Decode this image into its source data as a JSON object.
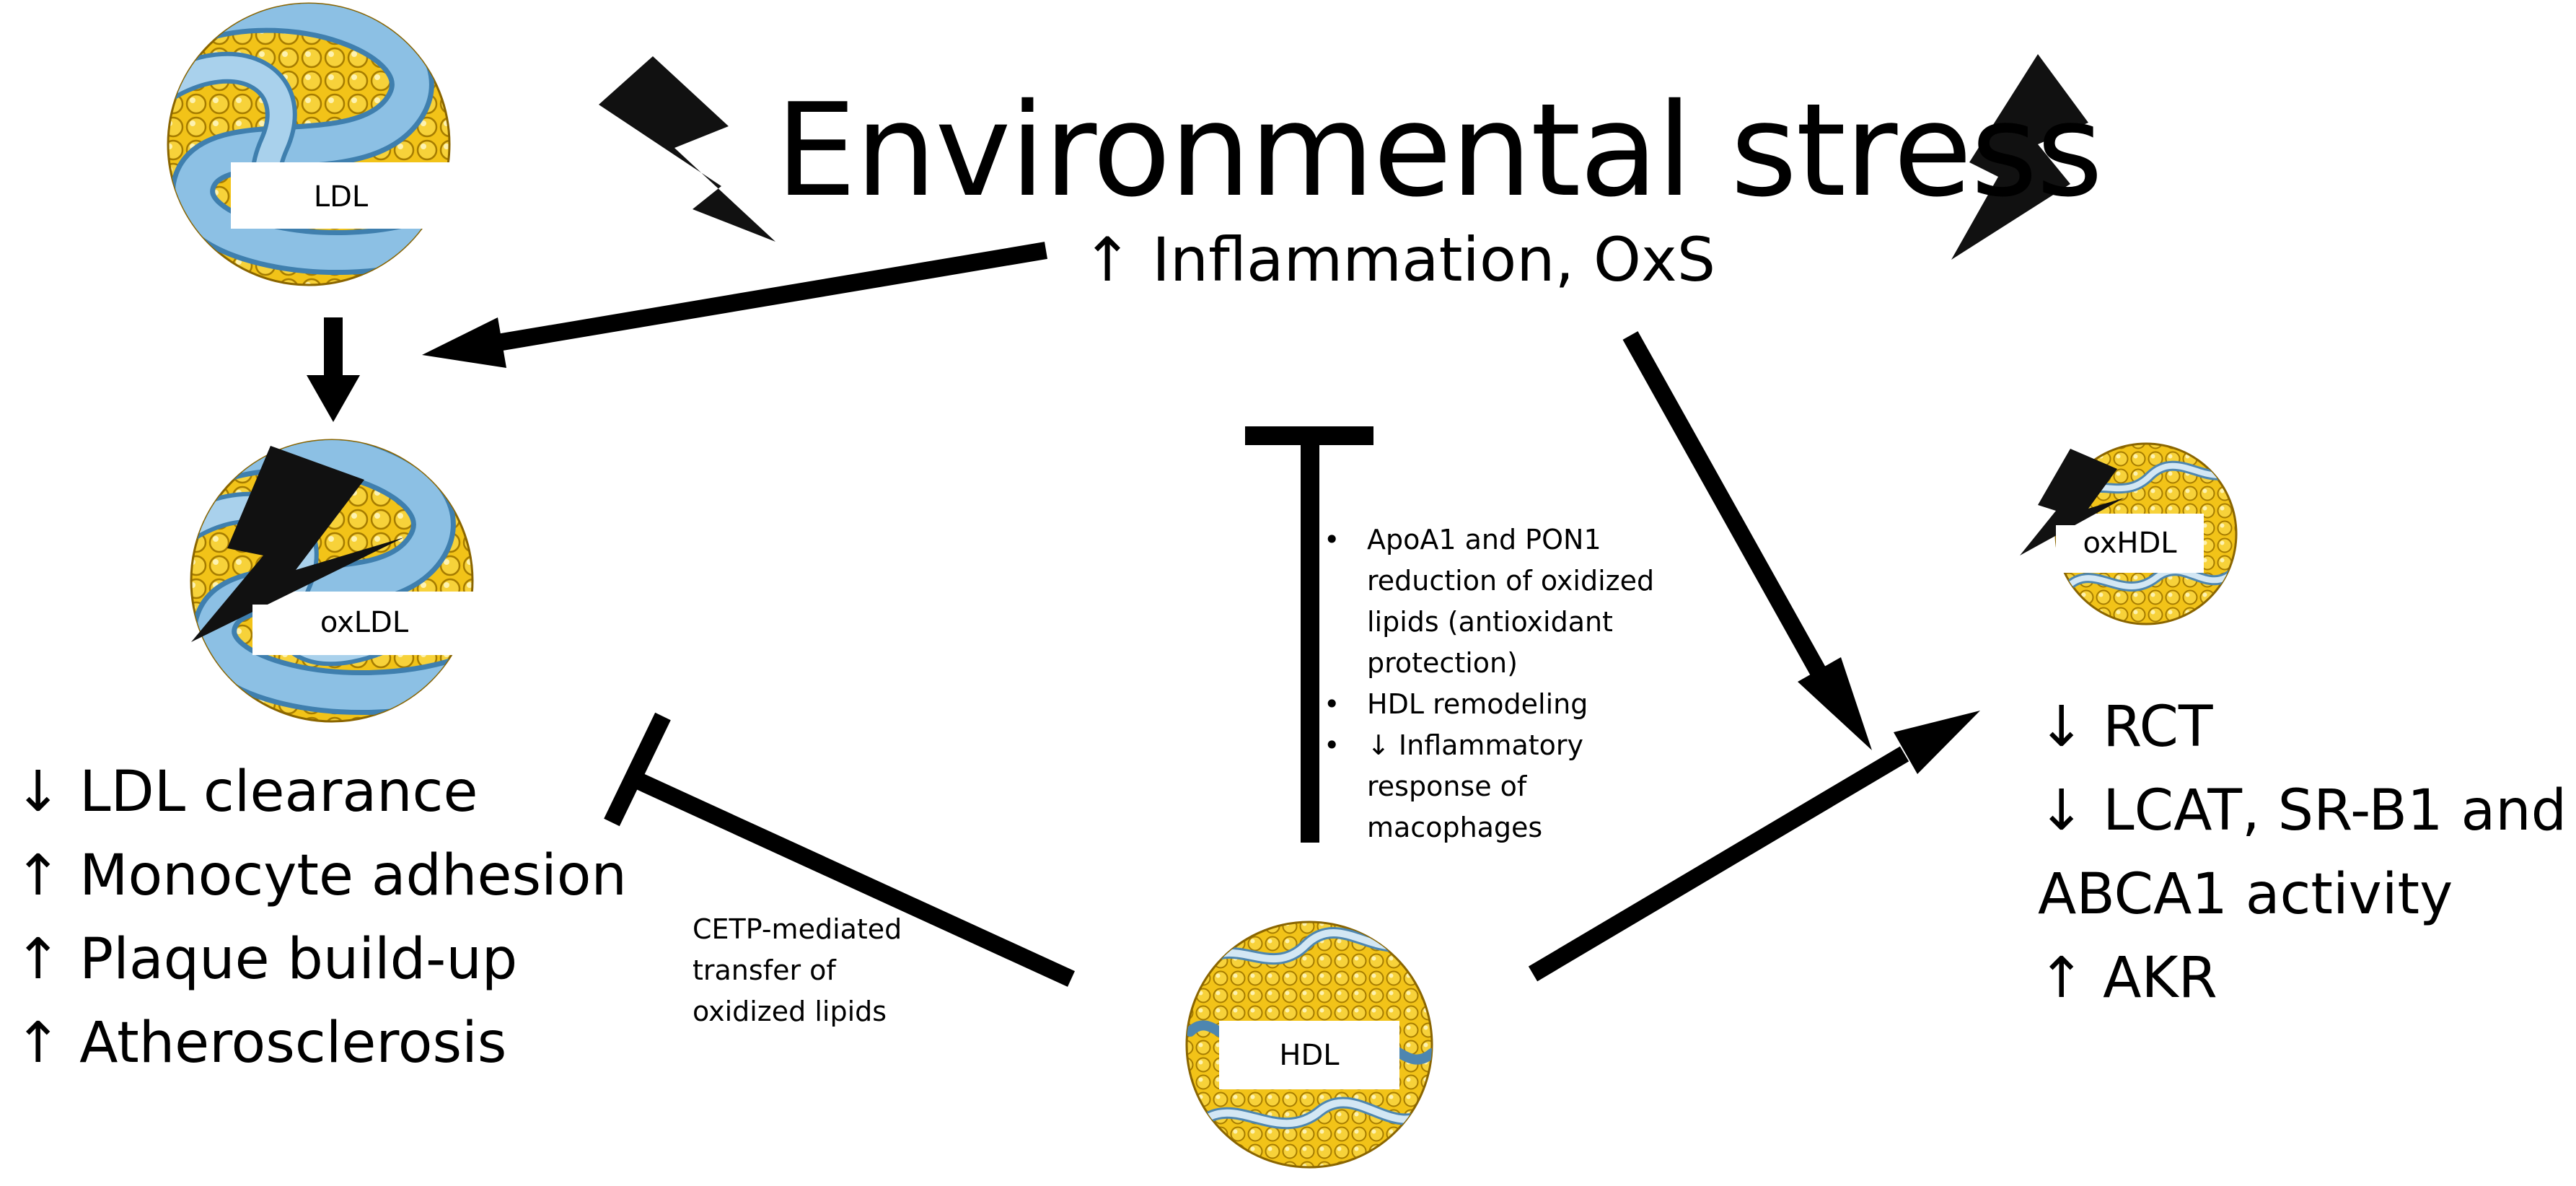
{
  "title": "Environmental stress",
  "subtitle": "↑ Inflammation, OxS",
  "particles": {
    "ldl": "LDL",
    "oxldl": "oxLDL",
    "oxhdl": "oxHDL",
    "hdl": "HDL"
  },
  "ldl_effects": [
    "↓ LDL clearance",
    "↑ Monocyte adhesion",
    "↑ Plaque build-up",
    "↑ Atherosclerosis"
  ],
  "hdl_effects": [
    "↓ RCT",
    "↓ LCAT, SR-B1 and",
    "ABCA1 activity",
    "↑ AKR"
  ],
  "hdl_protection": [
    [
      "ApoA1 and PON1",
      "reduction of oxidized",
      "lipids (antioxidant",
      "protection)"
    ],
    [
      "HDL remodeling"
    ],
    [
      "↓ Inflammatory",
      "response of",
      "macophages"
    ]
  ],
  "cetp_text": [
    "CETP-mediated",
    "transfer of",
    "oxidized lipids"
  ],
  "colors": {
    "lipid_yellow": "#f2c318",
    "apo_blue": "#7fb6da",
    "apo_light": "#c4dff0",
    "arrow_black": "#000000"
  },
  "icons": [
    "lightning-bolt-icon",
    "lipoprotein-particle-icon"
  ]
}
